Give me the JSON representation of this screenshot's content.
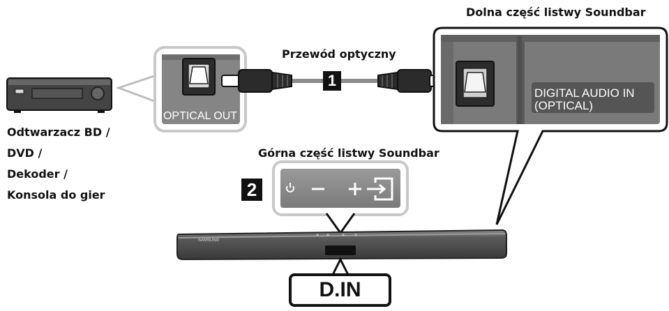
{
  "labels": {
    "bottom_part": "Dolna część listwy Soundbar",
    "cable": "Przewód optyczny",
    "top_part": "Górna część listwy Soundbar",
    "optical_out": "OPTICAL OUT",
    "digital_audio_in_line1": "DIGITAL AUDIO IN",
    "digital_audio_in_line2": "(OPTICAL)",
    "din": "D.IN",
    "brand": "SAMSUNG",
    "step1": "1",
    "step2": "2"
  },
  "source_device": {
    "lines": [
      "Odtwarzacz BD /",
      "DVD /",
      "Dekoder /",
      "Konsola do gier"
    ]
  },
  "top_panel_icons": [
    "power-icon",
    "minus-icon",
    "plus-icon",
    "source-input-icon"
  ],
  "colors": {
    "panel_bg": "#808080",
    "panel_border": "#c8c8c8",
    "bar_body": "#555555",
    "cable": "#8c8c8c",
    "ink": "#111111"
  }
}
